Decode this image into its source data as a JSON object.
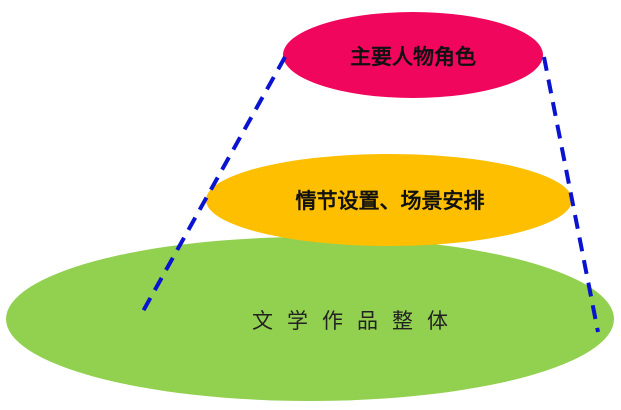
{
  "diagram": {
    "layers": [
      {
        "label": "主要人物角色",
        "color": "#f0065c"
      },
      {
        "label": "情节设置、场景安排",
        "color": "#fdbf00"
      },
      {
        "label": "文学作品整体",
        "color": "#92d050"
      }
    ],
    "connector_color": "#0a14d0"
  }
}
